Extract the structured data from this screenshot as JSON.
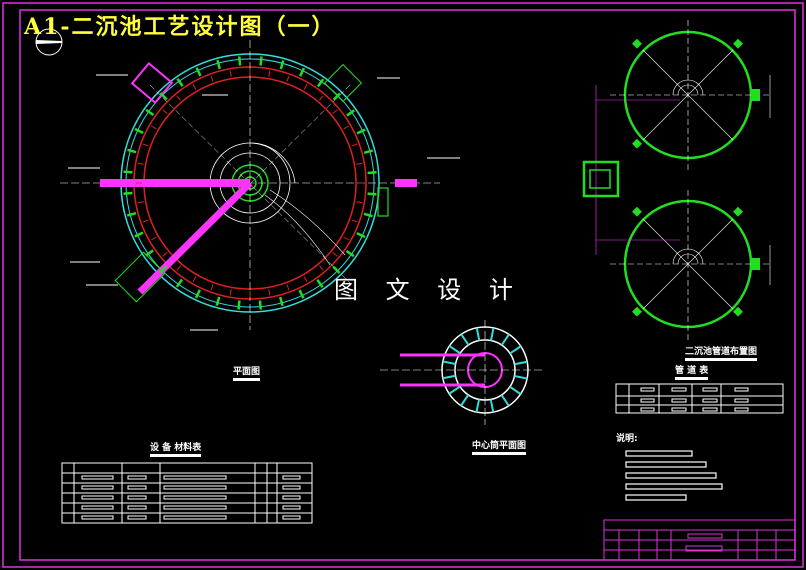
{
  "drawing": {
    "title": "A1-二沉池工艺设计图（一）",
    "watermark": "图 文 设 计",
    "labels": {
      "plan_view": "平面图",
      "center_cylinder_plan": "中心筒平面图",
      "pipe_layout": "二沉池管道布置图",
      "pipe_table": "管 道 表",
      "notes": "说明:",
      "equipment_table": "设 备 材料表"
    },
    "colors": {
      "background": "#000000",
      "frame": "#e030e0",
      "title": "#ffff3c",
      "tank_outer": "#33dddd",
      "tank_ring": "#e02020",
      "weir": "#22dd22",
      "pipe": "#ff33ff",
      "lines": "#ffffff"
    }
  }
}
